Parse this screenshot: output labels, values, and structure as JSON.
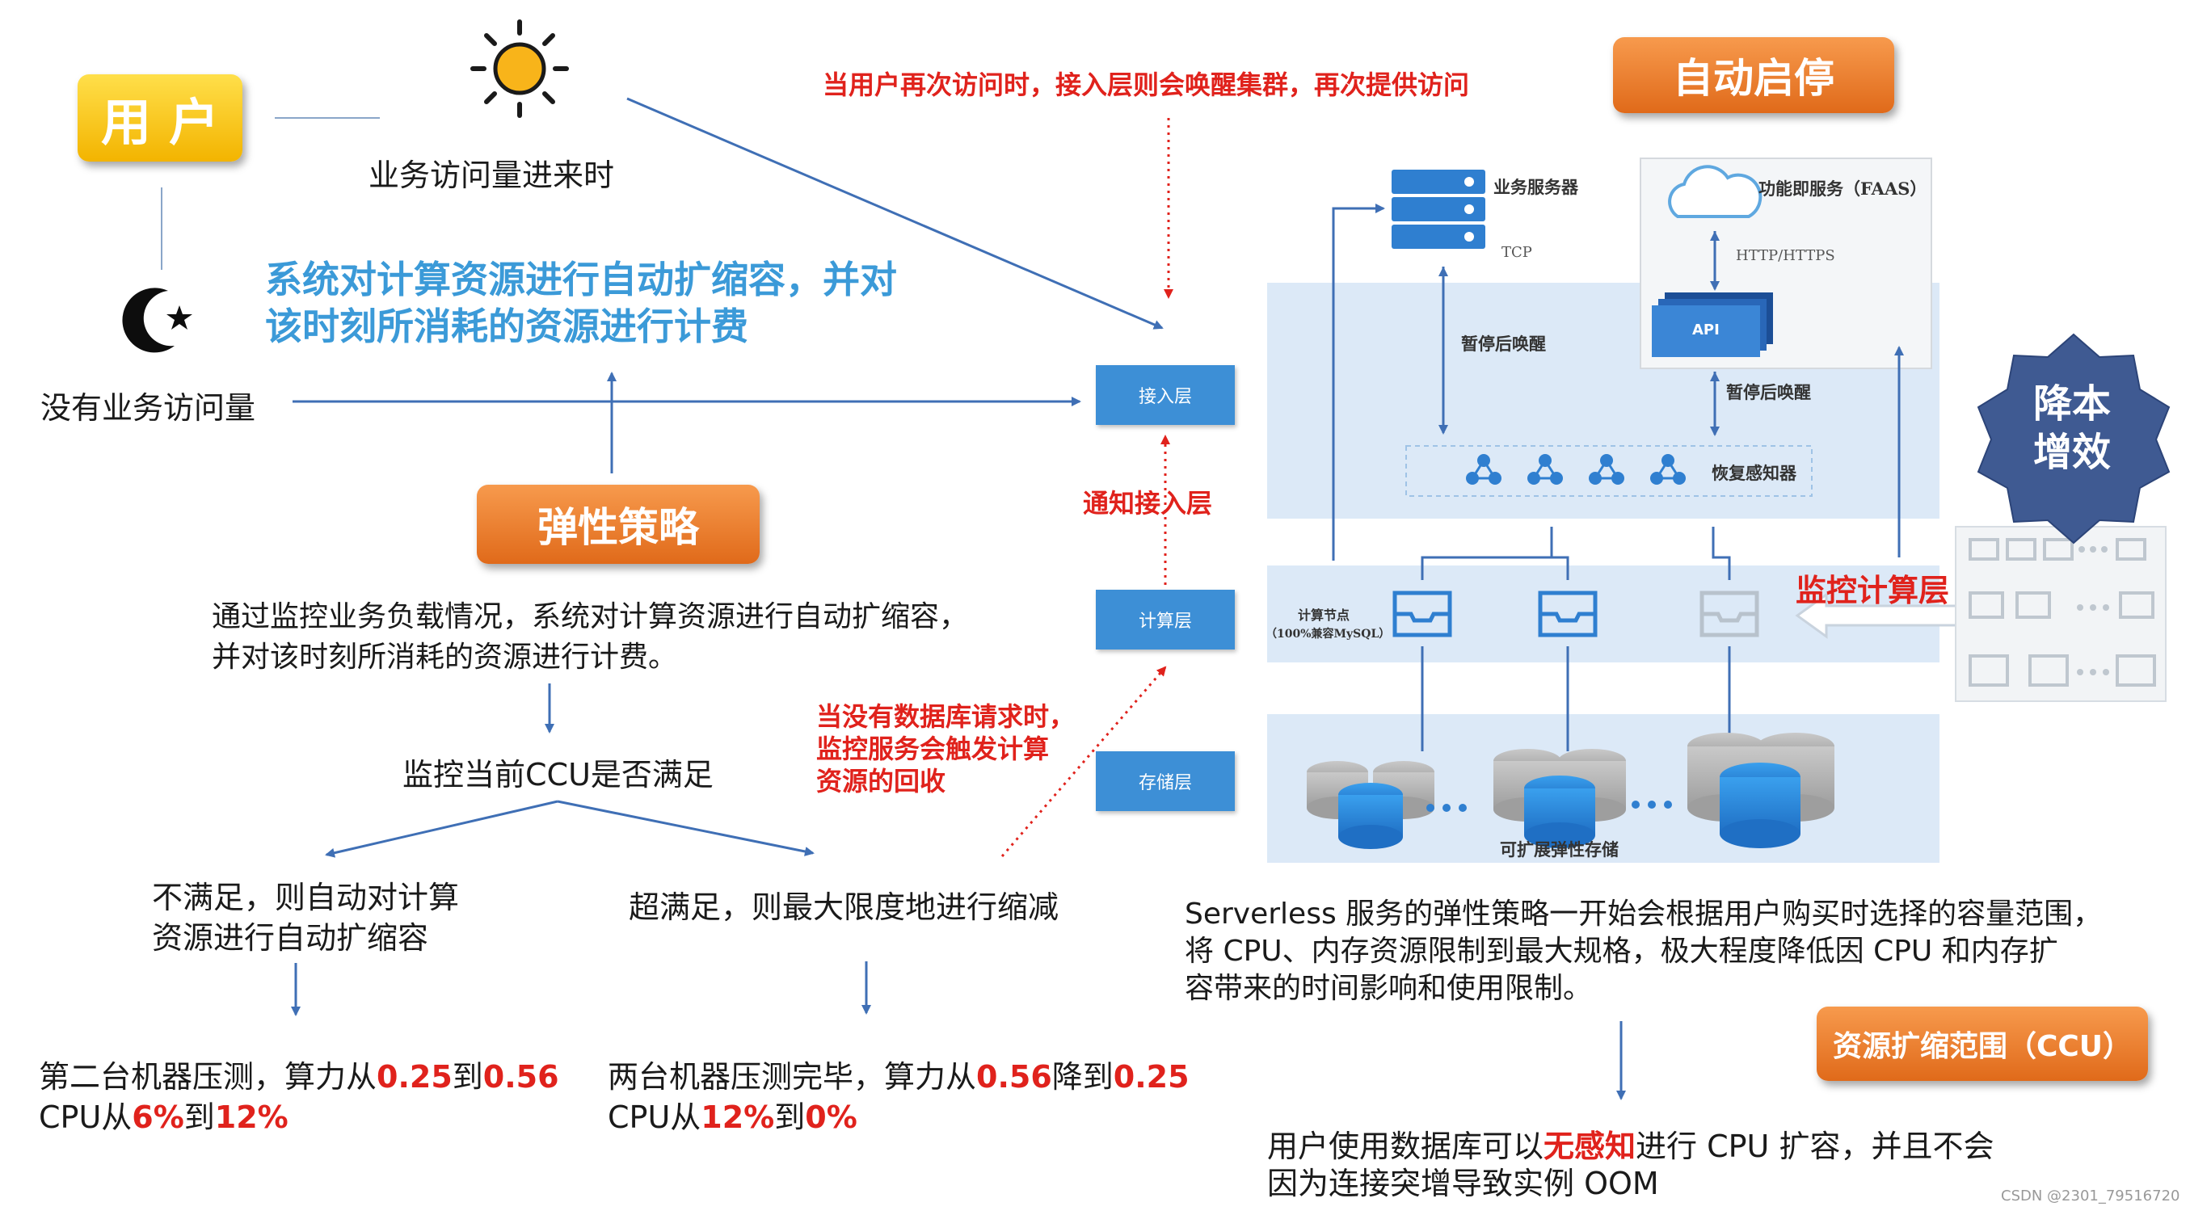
{
  "left": {
    "user_label": "用户",
    "day_caption": "业务访问量进来时",
    "night_caption": "没有业务访问量",
    "system_note_line1": "系统对计算资源进行自动扩缩容，并对",
    "system_note_line2": "该时刻所消耗的资源进行计费",
    "strategy_label": "弹性策略",
    "strategy_desc_line1": "通过监控业务负载情况，系统对计算资源进行自动扩缩容，",
    "strategy_desc_line2": "并对该时刻所消耗的资源进行计费。",
    "monitor_text": "监控当前CCU是否满足",
    "not_enough_line1": "不满足，则自动对计算",
    "not_enough_line2": "资源进行自动扩缩容",
    "over_enough": "超满足，则最大限度地进行缩减",
    "result_left": {
      "line1_prefix": "第二台机器压测，算力从",
      "v1": "0.25",
      "mid": "到",
      "v2": "0.56",
      "line2_prefix": "CPU从",
      "p1": "6%",
      "mid2": "到",
      "p2": "12%"
    },
    "result_right": {
      "line1_prefix": "两台机器压测完毕，算力从",
      "v1": "0.56",
      "mid": "降到",
      "v2": "0.25",
      "line2_prefix": "CPU从",
      "p1": "12%",
      "mid2": "到",
      "p2": "0%"
    }
  },
  "middle": {
    "revisit_note": "当用户再次访问时，接入层则会唤醒集群，再次提供访问",
    "notify_access": "通知接入层",
    "no_request_line1": "当没有数据库请求时，",
    "no_request_line2": "监控服务会触发计算",
    "no_request_line3": "资源的回收",
    "access_layer": "接入层",
    "compute_layer": "计算层",
    "storage_layer": "存储层"
  },
  "right": {
    "auto_start_stop": "自动启停",
    "business_server": "业务服务器",
    "tcp": "TCP",
    "faas": "功能即服务（FAAS）",
    "http": "HTTP/HTTPS",
    "api": "API",
    "pause_wake_1": "暂停后唤醒",
    "pause_wake_2": "暂停后唤醒",
    "recovery_sensor": "恢复感知器",
    "compute_node_line1": "计算节点",
    "compute_node_line2": "（100%兼容MySQL）",
    "monitor_compute": "监控计算层",
    "scalable_storage": "可扩展弹性存储",
    "cost_badge_line1": "降本",
    "cost_badge_line2": "增效",
    "serverless_desc_line1": "Serverless 服务的弹性策略一开始会根据用户购买时选择的容量范围，",
    "serverless_desc_line2": "将 CPU、内存资源限制到最大规格，极大程度降低因 CPU 和内存扩",
    "serverless_desc_line3": "容带来的时间影响和使用限制。",
    "ccu_range": "资源扩缩范围（CCU）",
    "bottom_prefix": "用户使用数据库可以",
    "bottom_highlight": "无感知",
    "bottom_suffix": "进行 CPU 扩容，并且不会",
    "bottom_line2": "因为连接突增导致实例 OOM",
    "watermark": "CSDN @2301_79516720"
  },
  "colors": {
    "accent_red": "#e0221c",
    "accent_blue": "#3b9ad8",
    "layer_blue": "#3d8fd6",
    "orange": "#e8762a",
    "gold": "#f5c000",
    "badge_navy": "#3f5a92"
  }
}
